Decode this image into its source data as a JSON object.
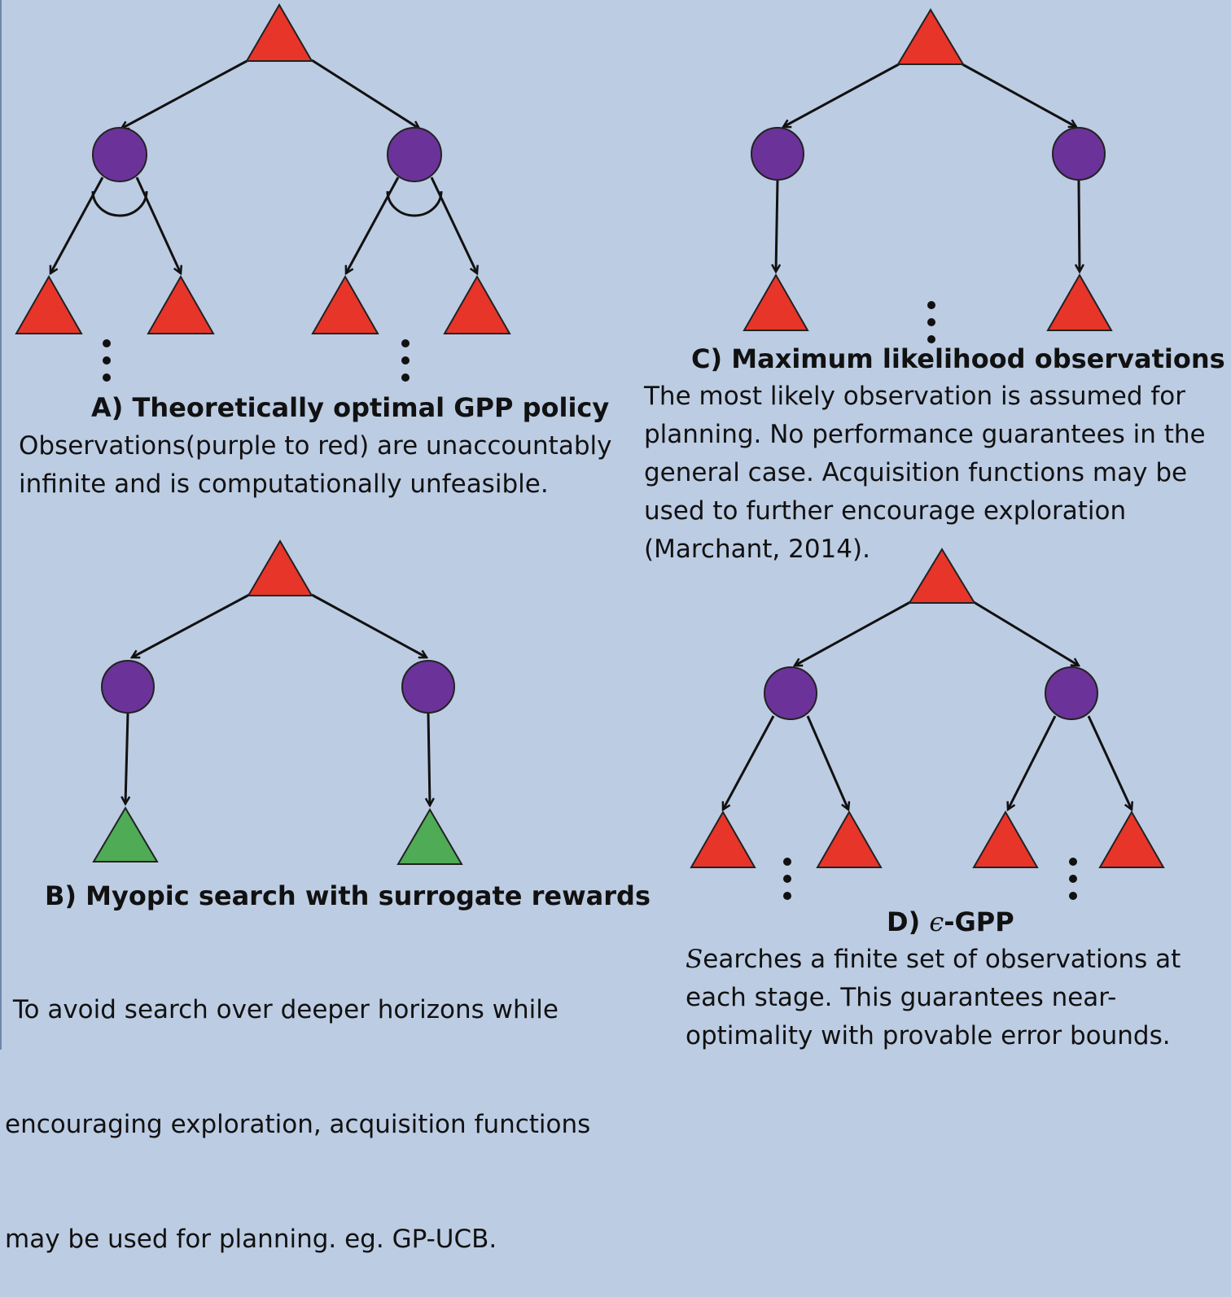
{
  "colors": {
    "background": "#bccce3",
    "action_node": "#e8352a",
    "observation_node": "#6b3399",
    "surrogate_reward_node": "#4fab56"
  },
  "panels": {
    "a": {
      "title": "A) Theoretically optimal GPP policy",
      "lines": [
        "Observations(purple to red) are unaccountably",
        "infinite and is computationally unfeasible."
      ]
    },
    "b": {
      "title": "B) Myopic search with surrogate rewards",
      "lines": [
        " To avoid search over deeper horizons while",
        "encouraging exploration, acquisition functions",
        "may be used for planning. eg. GP-UCB."
      ]
    },
    "c": {
      "title": "C) Maximum likelihood observations",
      "lines": [
        "The most likely observation is assumed for",
        "planning. No performance guarantees in the",
        "general case. Acquisition functions may be",
        "used to further encourage exploration",
        "(Marchant, 2014)."
      ]
    },
    "d": {
      "title_prefix": "D) ",
      "title_symbol": "ϵ",
      "title_suffix": "-GPP",
      "lines_first_letter": "S",
      "lines": [
        "earches a finite set of observations at",
        "each stage. This guarantees near-",
        "optimality with provable error bounds."
      ]
    }
  }
}
